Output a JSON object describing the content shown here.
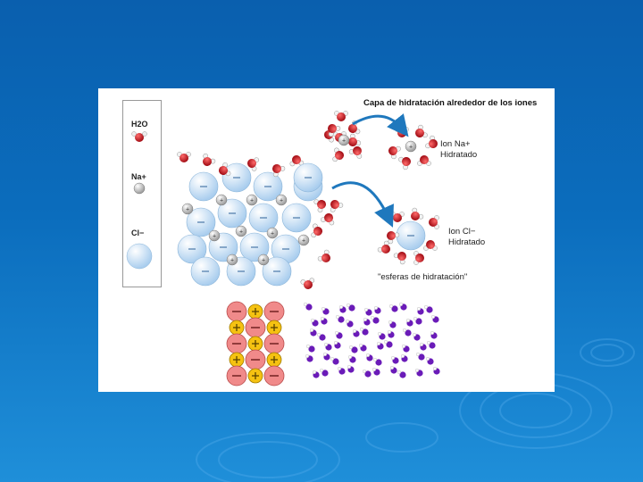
{
  "slide": {
    "background_color": "#0b6dbd",
    "legend": {
      "water": "H2O",
      "sodium": "Na+",
      "chloride": "Cl−"
    },
    "title": "Capa de hidratación alrededor de los iones",
    "na_label": [
      "Ion Na+",
      "Hidratado"
    ],
    "cl_label": [
      "Ion Cl−",
      "Hidratado"
    ],
    "caption": "\"esferas de hidratación\"",
    "colors": {
      "water_oxygen": "#c0151d",
      "sodium": "#c4c4c4",
      "chloride": "#b9daf3",
      "arrow": "#1f78bd",
      "lattice_negative": "#f08a8a",
      "lattice_positive": "#f5c211",
      "dissolved_particles": "#6a1bb8"
    }
  }
}
